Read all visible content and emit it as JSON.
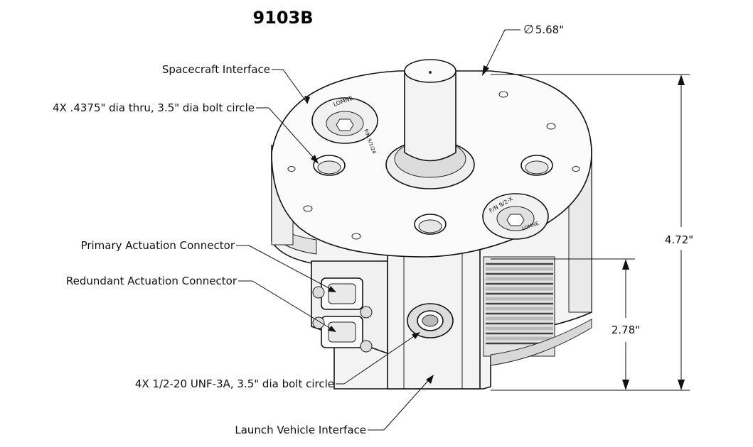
{
  "title": "9103B",
  "callouts": {
    "spacecraft_interface": "Spacecraft Interface",
    "thru_holes": "4X .4375\" dia thru, 3.5\" dia bolt circle",
    "primary_connector": "Primary Actuation Connector",
    "redundant_connector": "Redundant Actuation Connector",
    "threaded_holes": "4X 1/2-20 UNF-3A, 3.5\" dia bolt circle",
    "launch_vehicle_interface": "Launch Vehicle Interface"
  },
  "dimensions": {
    "diameter": "5.68\"",
    "diameter_symbol": "∅",
    "overall_height": "4.72\"",
    "lower_height": "2.78\""
  },
  "markings": {
    "nut_top": "LOMNE",
    "nut_top_side": "P/N 9/1/24",
    "nut_right": "F/N 9/2-X",
    "nut_right_side": "LOMNE"
  }
}
